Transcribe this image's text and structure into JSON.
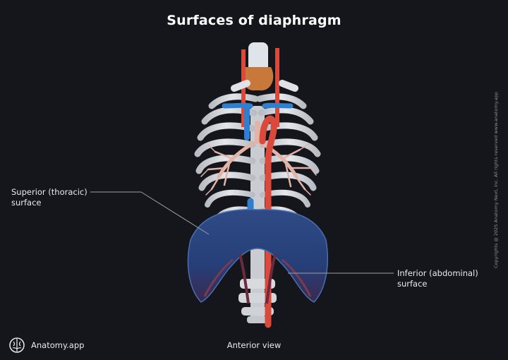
{
  "title": "Surfaces of diaphragm",
  "labels": {
    "superior": "Superior (thoracic)\nsurface",
    "inferior": "Inferior (abdominal)\nsurface"
  },
  "view_caption": "Anterior view",
  "brand": {
    "name": "Anatomy.app",
    "icon": "brain-icon"
  },
  "copyright": "Copyrights @ 2025 Anatomy Next, Inc. All rights reserved www.anatomy.app",
  "colors": {
    "background": "#14161c",
    "diaphragm": "#2e4a86",
    "artery": "#d94a3c",
    "vein": "#2f7fd0",
    "bone": "#dfe2e6",
    "thyroid": "#c9783c",
    "bronchi": "#e8b9ae"
  }
}
